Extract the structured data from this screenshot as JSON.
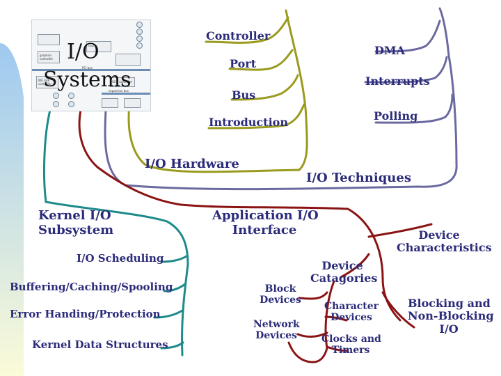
{
  "title": {
    "line1": "I/O",
    "line2": "Systems"
  },
  "colors": {
    "hardware_branch": "#9a9a1e",
    "techniques_branch": "#6a6aa0",
    "app_branch": "#8a1414",
    "kernel_branch": "#1e8a8a",
    "label_text": "#2b2b7a",
    "gradient_top": "#9ec9f0",
    "gradient_bottom": "#fbfbd8"
  },
  "thumbnail": {
    "bus_label": "PCI bus",
    "expansion_label": "expansion bus",
    "ide_label": "IDE disk controller",
    "scsi_label": "SCSI controller",
    "graphics_label": "graphics controller",
    "cache_label": "cache"
  },
  "hardware": {
    "root": "I/O Hardware",
    "items": [
      "Controller",
      "Port",
      "Bus",
      "Introduction"
    ]
  },
  "techniques": {
    "root": "I/O Techniques",
    "items": [
      "DMA",
      "Interrupts",
      "Polling"
    ]
  },
  "app_io": {
    "root_line1": "Application I/O",
    "root_line2": "Interface",
    "device_characteristics_line1": "Device",
    "device_characteristics_line2": "Characteristics",
    "device_categories_line1": "Device",
    "device_categories_line2": "Catagories",
    "block_line1": "Block",
    "block_line2": "Devices",
    "character_line1": "Character",
    "character_line2": "Devices",
    "network_line1": "Network",
    "network_line2": "Devices",
    "clocks_line1": "Clocks and",
    "clocks_line2": "Timers",
    "blocking_line1": "Blocking and",
    "blocking_line2": "Non-Blocking",
    "blocking_line3": "I/O"
  },
  "kernel": {
    "root_line1": "Kernel I/O",
    "root_line2": "Subsystem",
    "items": [
      "I/O Scheduling",
      "Buffering/Caching/Spooling",
      "Error Handing/Protection",
      "Kernel Data Structures"
    ]
  }
}
